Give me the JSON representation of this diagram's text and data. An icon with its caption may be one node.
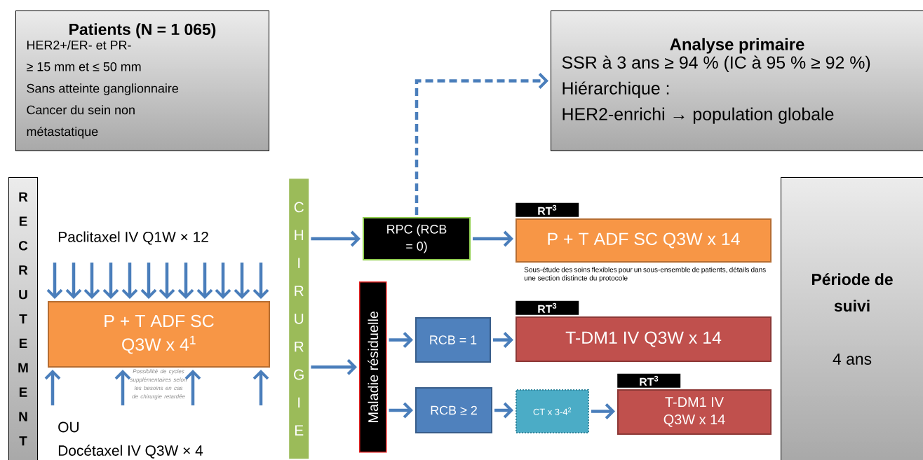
{
  "diagram": {
    "nodes": [
      {
        "text": [
          "Patients (N = 1 065)",
          "HER2+/ER- et PR-",
          "≥ 15 mm et ≤ 50 mm",
          "Sans atteinte ganglionnaire",
          "Cancer du sein non métastatique"
        ]
      },
      {
        "text": [
          "Analyse primaire",
          "SSR à 3 ans ≥ 94 % (IC à 95 % ≥ 92 %)",
          "Hiérarchique :",
          "HER2-enrichi → population globale"
        ]
      },
      {
        "text": [
          "RECRUTEMENT"
        ]
      },
      {
        "text": [
          "P + T ADF SC Q3W x 4$^{1}$"
        ],
        "beside": [
          "Possibilité de cycles supplémentaires selon les besoins en cas de chirurgie retardée"
        ]
      },
      {
        "text": [
          "CHIRURGIE"
        ]
      },
      {
        "text": [
          "RPC (RCB = 0)"
        ]
      },
      {
        "text": [
          "Maladie résiduelle"
        ]
      },
      {
        "text": [
          "RCB = 1"
        ]
      },
      {
        "text": [
          "RCB ≥ 2"
        ]
      },
      {
        "text": [
          "CT x 3-4$^{2}$"
        ]
      },
      {
        "text": [
          "RT$^{3}$",
          "P + T ADF SC Q3W x 14"
        ],
        "beside": [
          "Sous-étude des soins flexibles pour un sous-ensemble de patients, détails dans une section distincte du protocole"
        ]
      },
      {
        "text": [
          "RT$^{3}$",
          "T-DM1 IV Q3W x 14"
        ]
      },
      {
        "text": [
          "RT$^{3}$",
          "T-DM1 IV Q3W x 14"
        ]
      },
      {
        "text": [
          "Période de suivi",
          "4 ans"
        ]
      }
    ],
    "edges": [
      {
        "from": null,
        "to": 3,
        "arrow": "to"
      },
      {
        "from": null,
        "to": 3,
        "arrow": "to"
      },
      {
        "from": null,
        "to": 3,
        "arrow": "to"
      },
      {
        "from": null,
        "to": 3,
        "arrow": "to"
      },
      {
        "from": null,
        "to": 3,
        "arrow": "to"
      },
      {
        "from": null,
        "to": 3,
        "arrow": "to"
      },
      {
        "from": null,
        "to": 3,
        "arrow": "to"
      },
      {
        "from": null,
        "to": 3,
        "arrow": "to"
      },
      {
        "from": null,
        "to": 3,
        "arrow": "to"
      },
      {
        "from": null,
        "to": 3,
        "arrow": "to"
      },
      {
        "from": null,
        "to": 3,
        "arrow": "to"
      },
      {
        "from": null,
        "to": 3,
        "arrow": "to"
      },
      {
        "from": null,
        "to": 3,
        "arrow": "to"
      },
      {
        "from": null,
        "to": 3,
        "arrow": "to"
      },
      {
        "from": null,
        "to": 3,
        "arrow": "to"
      },
      {
        "from": null,
        "to": 3,
        "arrow": "to"
      },
      {
        "from": 4,
        "to": 5,
        "arrow": "to"
      },
      {
        "from": 4,
        "to": 6,
        "arrow": "to"
      },
      {
        "from": 5,
        "to": 1,
        "arrow": "to",
        "style": "dashed"
      },
      {
        "from": 5,
        "to": 10,
        "arrow": "to"
      },
      {
        "from": 6,
        "to": 7,
        "arrow": "to"
      },
      {
        "from": 6,
        "to": 8,
        "arrow": "to"
      },
      {
        "from": 7,
        "to": 11,
        "arrow": "to"
      },
      {
        "from": 8,
        "to": 9,
        "arrow": "to"
      },
      {
        "from": 9,
        "to": 12,
        "arrow": "to"
      }
    ],
    "labels": [
      "Paclitaxel IV Q1W × 12",
      "OU",
      "Docétaxel IV Q3W × 4"
    ]
  }
}
